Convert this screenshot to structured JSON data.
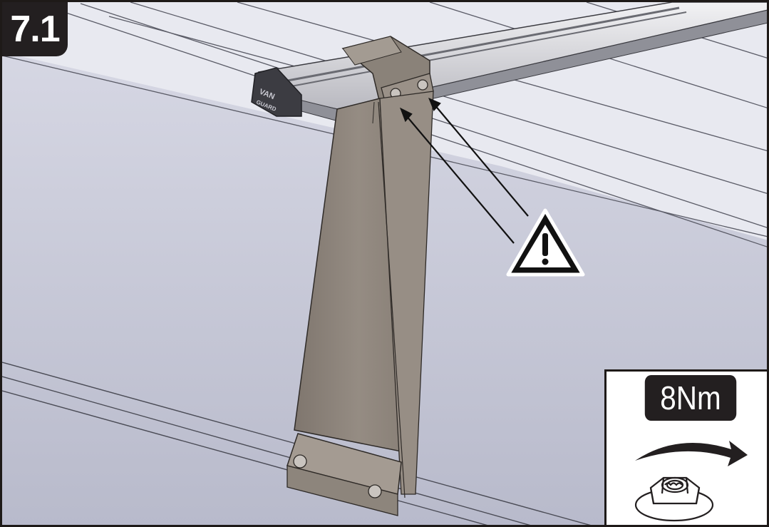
{
  "step": {
    "number": "7.1"
  },
  "torque": {
    "value": "8Nm"
  },
  "icons": {
    "warning": "warning-triangle-icon",
    "rotation": "clockwise-arrow-icon",
    "nut": "flange-nut-icon"
  },
  "brand_mark": "VAN GUARD",
  "colors": {
    "badge": "#231f20",
    "background": "#c9cad8",
    "bracket": "#8c847c"
  }
}
